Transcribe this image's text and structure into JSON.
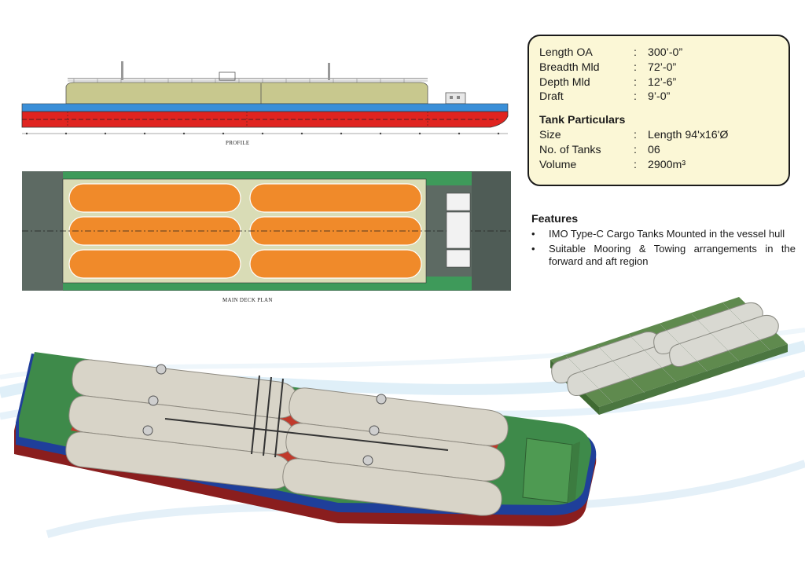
{
  "specs": {
    "rows": [
      {
        "label": "Length OA",
        "colon": ":",
        "value": "300’-0”"
      },
      {
        "label": "Breadth Mld",
        "colon": ":",
        "value": "72’-0”"
      },
      {
        "label": "Depth Mld",
        "colon": ":",
        "value": "12’-6”"
      },
      {
        "label": "Draft",
        "colon": ":",
        "value": "9’-0”"
      }
    ],
    "tank_heading": "Tank Particulars",
    "tank_rows": [
      {
        "label": "Size",
        "colon": ":",
        "value": "Length 94'x16'Ø"
      },
      {
        "label": "No. of Tanks",
        "colon": ":",
        "value": "06"
      },
      {
        "label": "Volume",
        "colon": ":",
        "value": "2900m³"
      }
    ]
  },
  "features": {
    "title": "Features",
    "bullet": "•",
    "items": [
      "IMO Type-C Cargo Tanks Mounted in the vessel hull",
      "Suitable Mooring & Towing arrangements in the forward and aft region"
    ]
  },
  "drawings": {
    "profile_caption": "PROFILE",
    "deck_plan_caption": "MAIN DECK PLAN"
  },
  "colors": {
    "hull_red": "#e02420",
    "hull_blue": "#3a8fd8",
    "tank_khaki": "#c8c88e",
    "tank_orange": "#f08a2a",
    "deck_green": "#3e9a5a",
    "deck_gray": "#5d6a63",
    "tank_area": "#d9dcb6",
    "spec_box_bg": "#fbf7d6"
  },
  "icons": [
    "barge-profile-drawing",
    "deck-plan-drawing",
    "barge-3d-render",
    "tank-stack-render"
  ]
}
